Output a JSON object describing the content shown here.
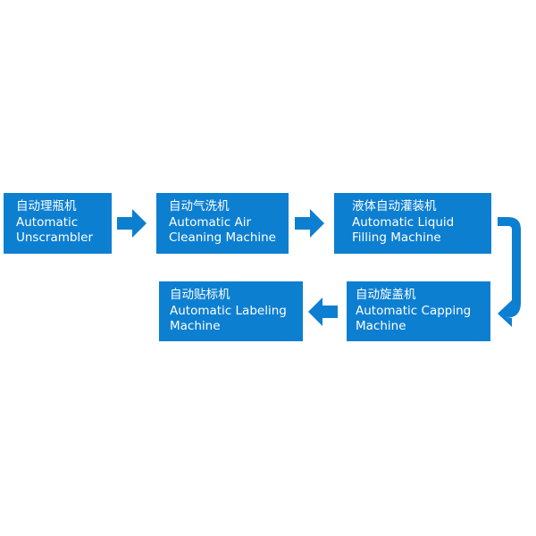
{
  "colors": {
    "box_fill": "#0d7fd1",
    "arrow_fill": "#0d7fd1",
    "text": "#ffffff"
  },
  "steps": [
    {
      "zh": "自动理瓶机",
      "en1": "Automatic",
      "en2": "Unscrambler"
    },
    {
      "zh": "自动气洗机",
      "en1": "Automatic Air",
      "en2": "Cleaning Machine"
    },
    {
      "zh": "液体自动灌装机",
      "en1": "Automatic Liquid",
      "en2": "Filling Machine"
    },
    {
      "zh": "自动旋盖机",
      "en1": "Automatic Capping",
      "en2": "Machine"
    },
    {
      "zh": "自动贴标机",
      "en1": "Automatic Labeling",
      "en2": "Machine"
    }
  ]
}
